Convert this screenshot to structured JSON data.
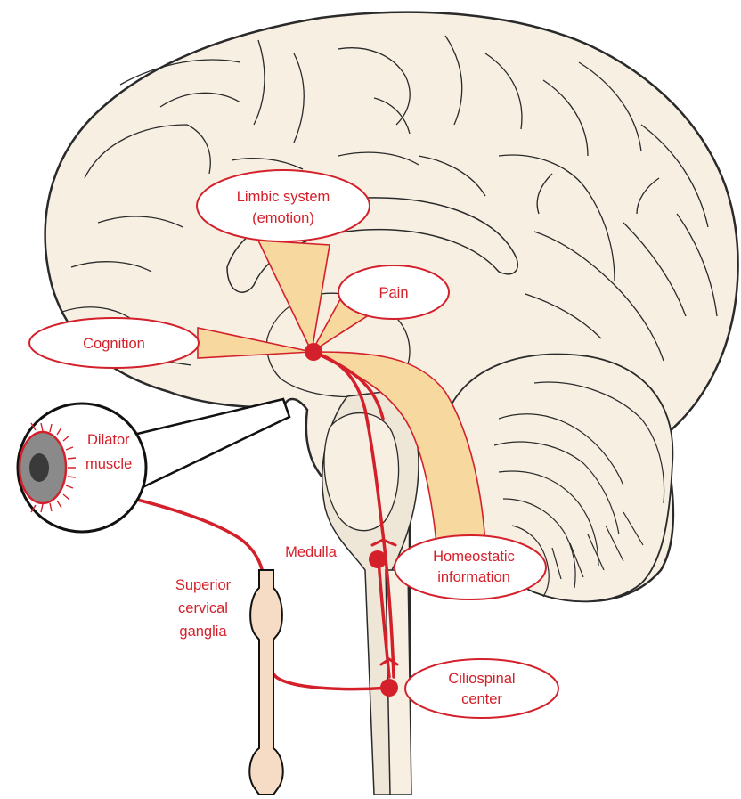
{
  "labels": {
    "limbic_line1": "Limbic system",
    "limbic_line2": "(emotion)",
    "pain": "Pain",
    "cognition": "Cognition",
    "dilator_line1": "Dilator",
    "dilator_line2": "muscle",
    "medulla": "Medulla",
    "homeostatic_line1": "Homeostatic",
    "homeostatic_line2": "information",
    "superior_line1": "Superior",
    "superior_line2": "cervical",
    "superior_line3": "ganglia",
    "ciliospinal_line1": "Ciliospinal",
    "ciliospinal_line2": "center"
  },
  "colors": {
    "pathway": "#d4202a",
    "brain_fill": "#f6efe2",
    "input_fan": "#f7d9a0",
    "outline": "#2a2a2a",
    "label_text": "#d4202a",
    "bubble_fill": "#ffffff"
  }
}
